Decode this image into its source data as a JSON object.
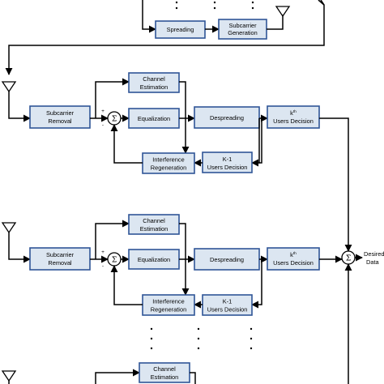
{
  "blocks": {
    "spreading": "Spreading",
    "subcarrier_generation": [
      "Subcarrier",
      "Generation"
    ],
    "subcarrier_removal": [
      "Subcarrier",
      "Removal"
    ],
    "channel_estimation": [
      "Channel",
      "Estimation"
    ],
    "equalization": "Equalization",
    "despreading": "Despreading",
    "users_decision_k": "Users Decision",
    "k_prefix": "k",
    "k_sup": "th",
    "interference_regeneration": [
      "Interference",
      "Regeneration"
    ],
    "k1_users_decision": [
      "K-1",
      "Users Decision"
    ]
  },
  "symbols": {
    "sum": "Σ",
    "plus": "+",
    "minus": "-"
  },
  "output": {
    "desired_data": [
      "Desired",
      "Data"
    ]
  },
  "colors": {
    "block_fill": "#dce6f1",
    "block_border": "#2f5597",
    "line": "#000000"
  }
}
